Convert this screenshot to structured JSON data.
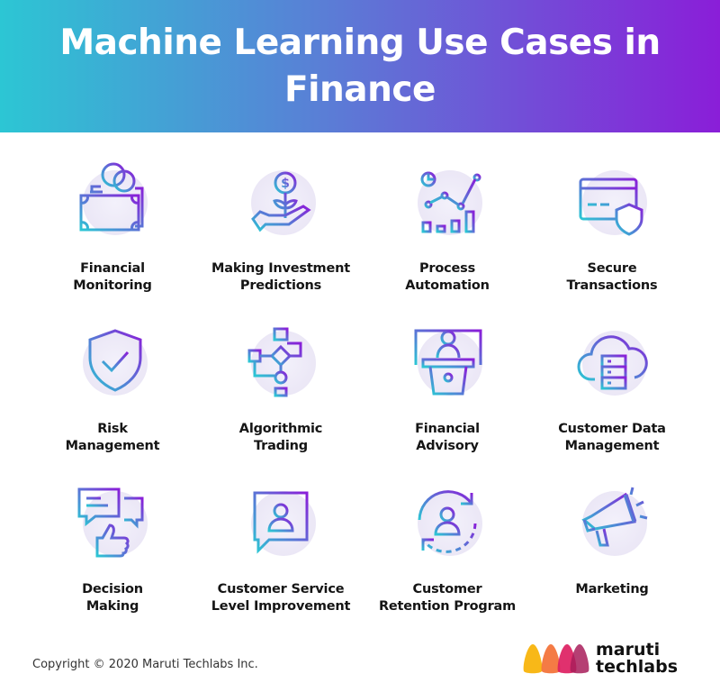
{
  "header": {
    "title": "Machine Learning Use Cases in Finance"
  },
  "colors": {
    "gradient_start": "#2cc6d4",
    "gradient_end": "#8a1ed8",
    "logo_yellow": "#f8b818",
    "logo_orange": "#f37035",
    "logo_pink": "#dd1f62",
    "logo_maroon": "#a81d5a"
  },
  "use_cases": [
    {
      "icon": "money-coins-icon",
      "line1": "Financial",
      "line2": "Monitoring"
    },
    {
      "icon": "hand-plant-dollar-icon",
      "line1": "Making Investment",
      "line2": "Predictions"
    },
    {
      "icon": "chart-automation-icon",
      "line1": "Process",
      "line2": "Automation"
    },
    {
      "icon": "card-shield-icon",
      "line1": "Secure",
      "line2": "Transactions"
    },
    {
      "icon": "shield-check-icon",
      "line1": "Risk",
      "line2": "Management"
    },
    {
      "icon": "flowchart-icon",
      "line1": "Algorithmic",
      "line2": "Trading"
    },
    {
      "icon": "podium-speaker-icon",
      "line1": "Financial",
      "line2": "Advisory"
    },
    {
      "icon": "cloud-database-icon",
      "line1": "Customer Data",
      "line2": "Management"
    },
    {
      "icon": "chat-thumbs-up-icon",
      "line1": "Decision",
      "line2": "Making"
    },
    {
      "icon": "chat-user-icon",
      "line1": "Customer Service",
      "line2": "Level Improvement"
    },
    {
      "icon": "user-cycle-icon",
      "line1": "Customer",
      "line2": "Retention Program"
    },
    {
      "icon": "megaphone-icon",
      "line1": "Marketing",
      "line2": ""
    }
  ],
  "footer": {
    "copyright": "Copyright © 2020 Maruti Techlabs Inc.",
    "logo_line1": "maruti",
    "logo_line2": "techlabs"
  }
}
